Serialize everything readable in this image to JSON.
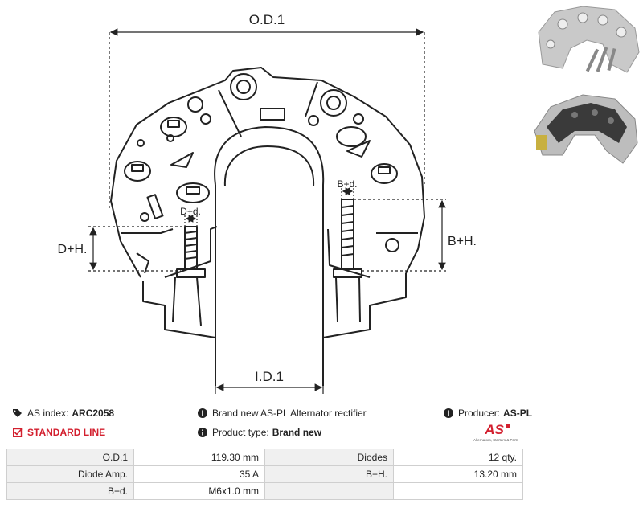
{
  "drawing": {
    "dim_od": "O.D.1",
    "dim_id": "I.D.1",
    "dim_dh": "D+H.",
    "dim_bh": "B+H.",
    "dim_dd": "D+d.",
    "dim_bd": "B+d."
  },
  "info": {
    "as_index_label": "AS index:",
    "as_index_value": "ARC2058",
    "description": "Brand new AS-PL Alternator rectifier",
    "producer_label": "Producer:",
    "producer_value": "AS-PL",
    "line": "STANDARD LINE",
    "type_label": "Product type:",
    "type_value": "Brand new"
  },
  "logo": {
    "mark": "AS",
    "tagline": "Alternators, Starters & Parts",
    "color": "#d3202f"
  },
  "specs": [
    [
      "O.D.1",
      "119.30 mm",
      "Diodes",
      "12 qty."
    ],
    [
      "Diode Amp.",
      "35 A",
      "B+H.",
      "13.20 mm"
    ],
    [
      "B+d.",
      "M6x1.0 mm",
      "",
      ""
    ]
  ],
  "icons": {
    "as_index": "tags-icon",
    "description": "info-icon",
    "producer": "info-icon",
    "line": "checkbox-icon",
    "type": "info-icon"
  }
}
